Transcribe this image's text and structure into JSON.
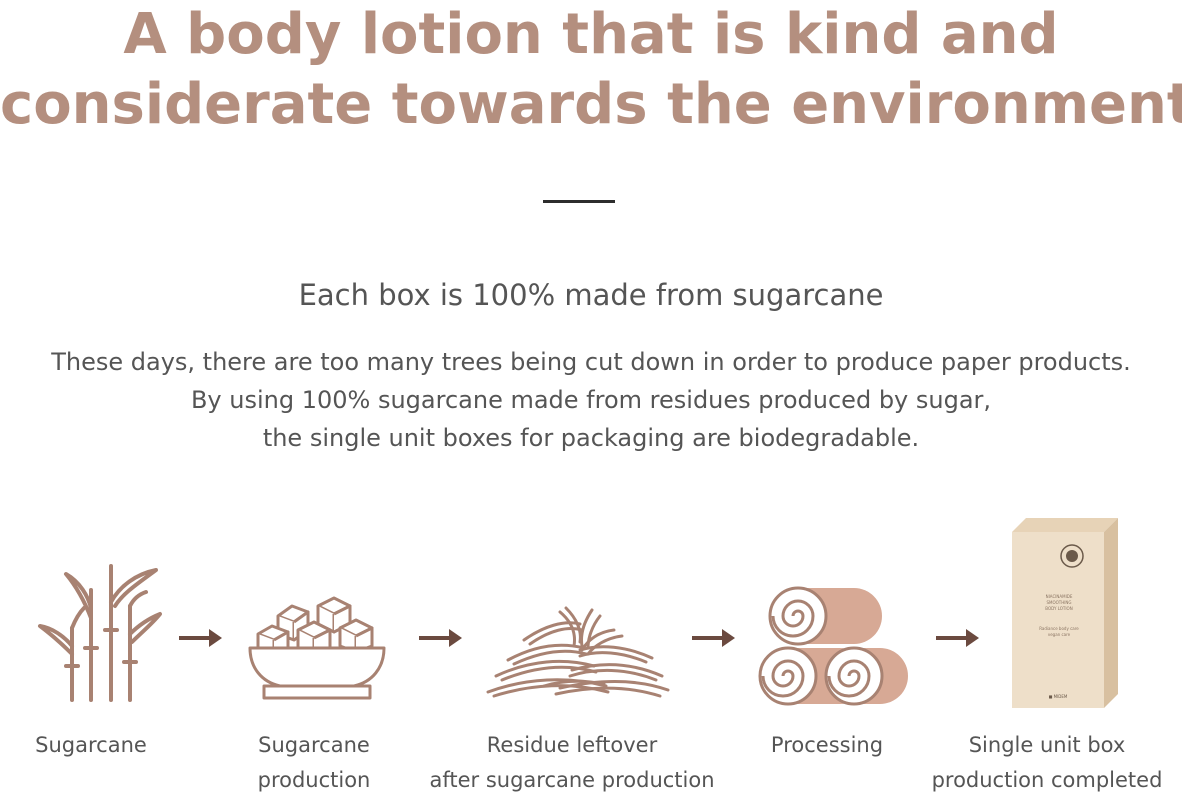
{
  "header": {
    "title_line1": "A body lotion that is kind and",
    "title_line2": "considerate towards the environment"
  },
  "intro": {
    "subtitle": "Each box is 100% made from sugarcane",
    "paragraph": [
      "These days, there are too many trees being cut down in order to produce paper products.",
      "By using 100% sugarcane made from residues produced by sugar,",
      "the single unit boxes for packaging are biodegradable."
    ]
  },
  "process": {
    "steps": [
      {
        "icon": "sugarcane-icon",
        "label_lines": [
          "Sugarcane"
        ]
      },
      {
        "icon": "sugar-cubes-bowl-icon",
        "label_lines": [
          "Sugarcane",
          "production"
        ]
      },
      {
        "icon": "fiber-residue-icon",
        "label_lines": [
          "Residue leftover",
          "after sugarcane production"
        ]
      },
      {
        "icon": "pulp-rolls-icon",
        "label_lines": [
          "Processing"
        ]
      },
      {
        "icon": "product-box-icon",
        "label_lines": [
          "Single unit box",
          "production completed"
        ]
      }
    ],
    "box_print": {
      "name_lines": [
        "NIACINAMIDE",
        "SMOOTHING",
        "BODY LOTION"
      ],
      "small_lines": [
        "Radiance body care",
        "vegan care"
      ],
      "brand": "■ MIDEM"
    }
  },
  "colors": {
    "accent": "#b48f7f",
    "icon_stroke": "#a88272",
    "arrow": "#6b4a3f",
    "box": "#ead9c2"
  }
}
